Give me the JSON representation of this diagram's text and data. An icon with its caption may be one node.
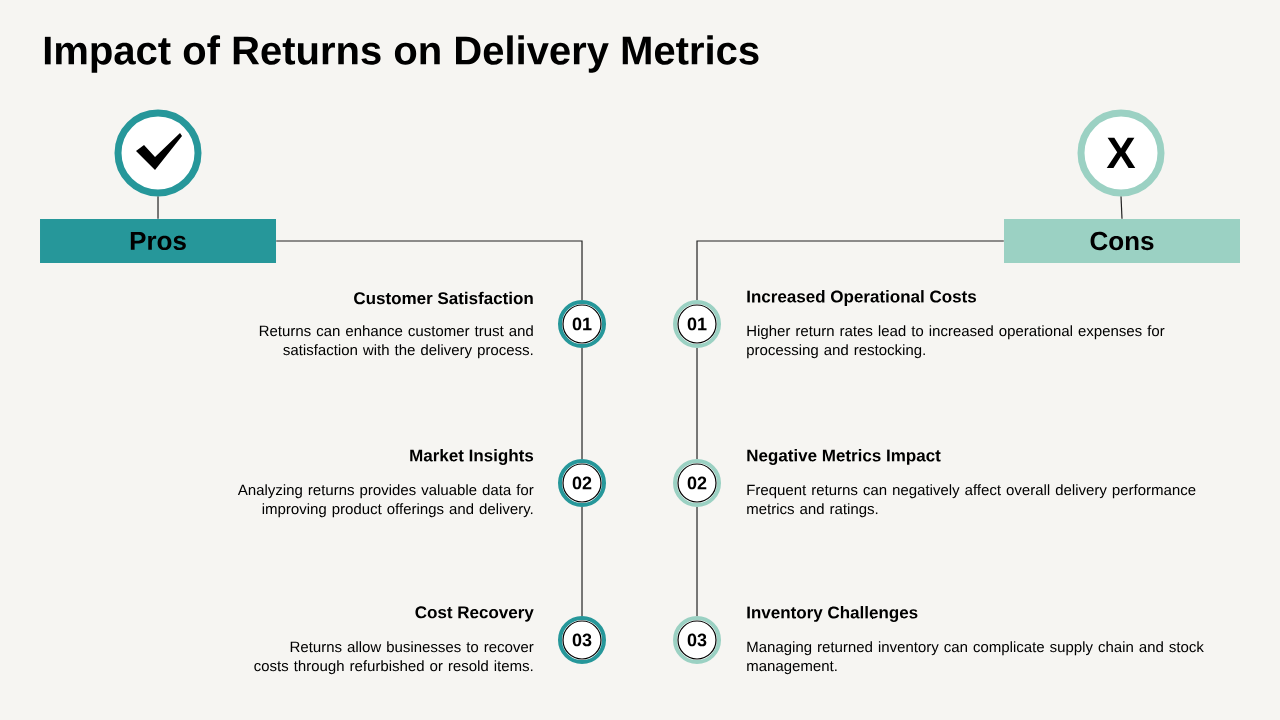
{
  "diagram": {
    "title": "Impact of Returns on Delivery Metrics",
    "nodes": [
      {
        "text": [],
        "shape": "circle"
      },
      {
        "text": [
          "Pros"
        ]
      },
      {
        "text": [
          "X"
        ]
      },
      {
        "text": [
          "Cons"
        ]
      },
      {
        "text": [
          "01"
        ],
        "beside": [
          "Customer Satisfaction",
          "Returns can enhance customer trust and satisfaction with the delivery process."
        ]
      },
      {
        "text": [
          "02"
        ],
        "beside": [
          "Market Insights",
          "Analyzing returns provides valuable data for improving product offerings and delivery."
        ]
      },
      {
        "text": [
          "03"
        ],
        "beside": [
          "Cost Recovery",
          "Returns allow businesses to recover costs through refurbished or resold items."
        ]
      },
      {
        "text": [
          "01"
        ],
        "beside": [
          "Increased Operational Costs",
          "Higher return rates lead to increased operational expenses for processing and restocking."
        ]
      },
      {
        "text": [
          "02"
        ],
        "beside": [
          "Negative Metrics Impact",
          "Frequent returns can negatively affect overall delivery performance metrics and ratings."
        ]
      },
      {
        "text": [
          "03"
        ],
        "beside": [
          "Inventory Challenges",
          "Managing returned inventory can complicate supply chain and stock management."
        ]
      }
    ],
    "edges": [
      {
        "from": 0,
        "to": 1,
        "arrow": "none"
      },
      {
        "from": 1,
        "to": 4,
        "arrow": "none"
      },
      {
        "from": 4,
        "to": 5,
        "arrow": "none"
      },
      {
        "from": 5,
        "to": 6,
        "arrow": "none"
      },
      {
        "from": 2,
        "to": 3,
        "arrow": "none"
      },
      {
        "from": 3,
        "to": 7,
        "arrow": "none"
      },
      {
        "from": 7,
        "to": 8,
        "arrow": "none"
      },
      {
        "from": 8,
        "to": 9,
        "arrow": "none"
      }
    ]
  }
}
